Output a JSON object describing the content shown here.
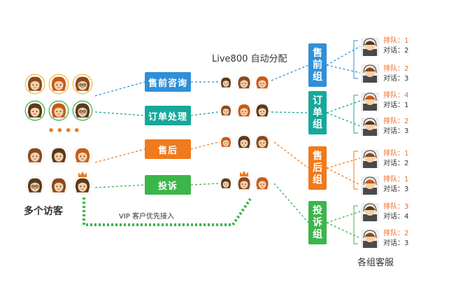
{
  "title": "Live800 自动分配",
  "visitors_label": "多个访客",
  "vip_label": "VIP 客户优先接入",
  "agents_label": "各组客服",
  "ellipsis": "••••",
  "categories": [
    {
      "label": "售前咨询",
      "color": "#2f8fd8"
    },
    {
      "label": "订单处理",
      "color": "#17a89a"
    },
    {
      "label": "售后",
      "color": "#f07a1c"
    },
    {
      "label": "投诉",
      "color": "#3cb54a"
    }
  ],
  "groups": [
    {
      "label": "售前组",
      "color": "#2f8fd8",
      "line_color": "#2f8fd8"
    },
    {
      "label": "订单组",
      "color": "#17a89a",
      "line_color": "#17a89a"
    },
    {
      "label": "售后组",
      "color": "#f07a1c",
      "line_color": "#f07a1c"
    },
    {
      "label": "投诉组",
      "color": "#3cb54a",
      "line_color": "#3cb54a"
    }
  ],
  "agents": [
    {
      "queue": "排队：1",
      "dialog": "对话：2"
    },
    {
      "queue": "排队：2",
      "dialog": "对话：3"
    },
    {
      "queue": "排队：4",
      "dialog": "对话：1"
    },
    {
      "queue": "排队：2",
      "dialog": "对话：3"
    },
    {
      "queue": "排队：1",
      "dialog": "对话：2"
    },
    {
      "queue": "排队：1",
      "dialog": "对话：3"
    },
    {
      "queue": "排队：3",
      "dialog": "对话：4"
    },
    {
      "queue": "排队：2",
      "dialog": "对话：3"
    }
  ],
  "colors": {
    "vip_path": "#3cb54a",
    "skin": "#f6d0a8",
    "hair_dark": "#5a3a1a",
    "hair_brown": "#8a4a1e",
    "hair_orange": "#c85a18",
    "crown": "#f07a1c",
    "agent_shirt": "#4a4a4a"
  }
}
